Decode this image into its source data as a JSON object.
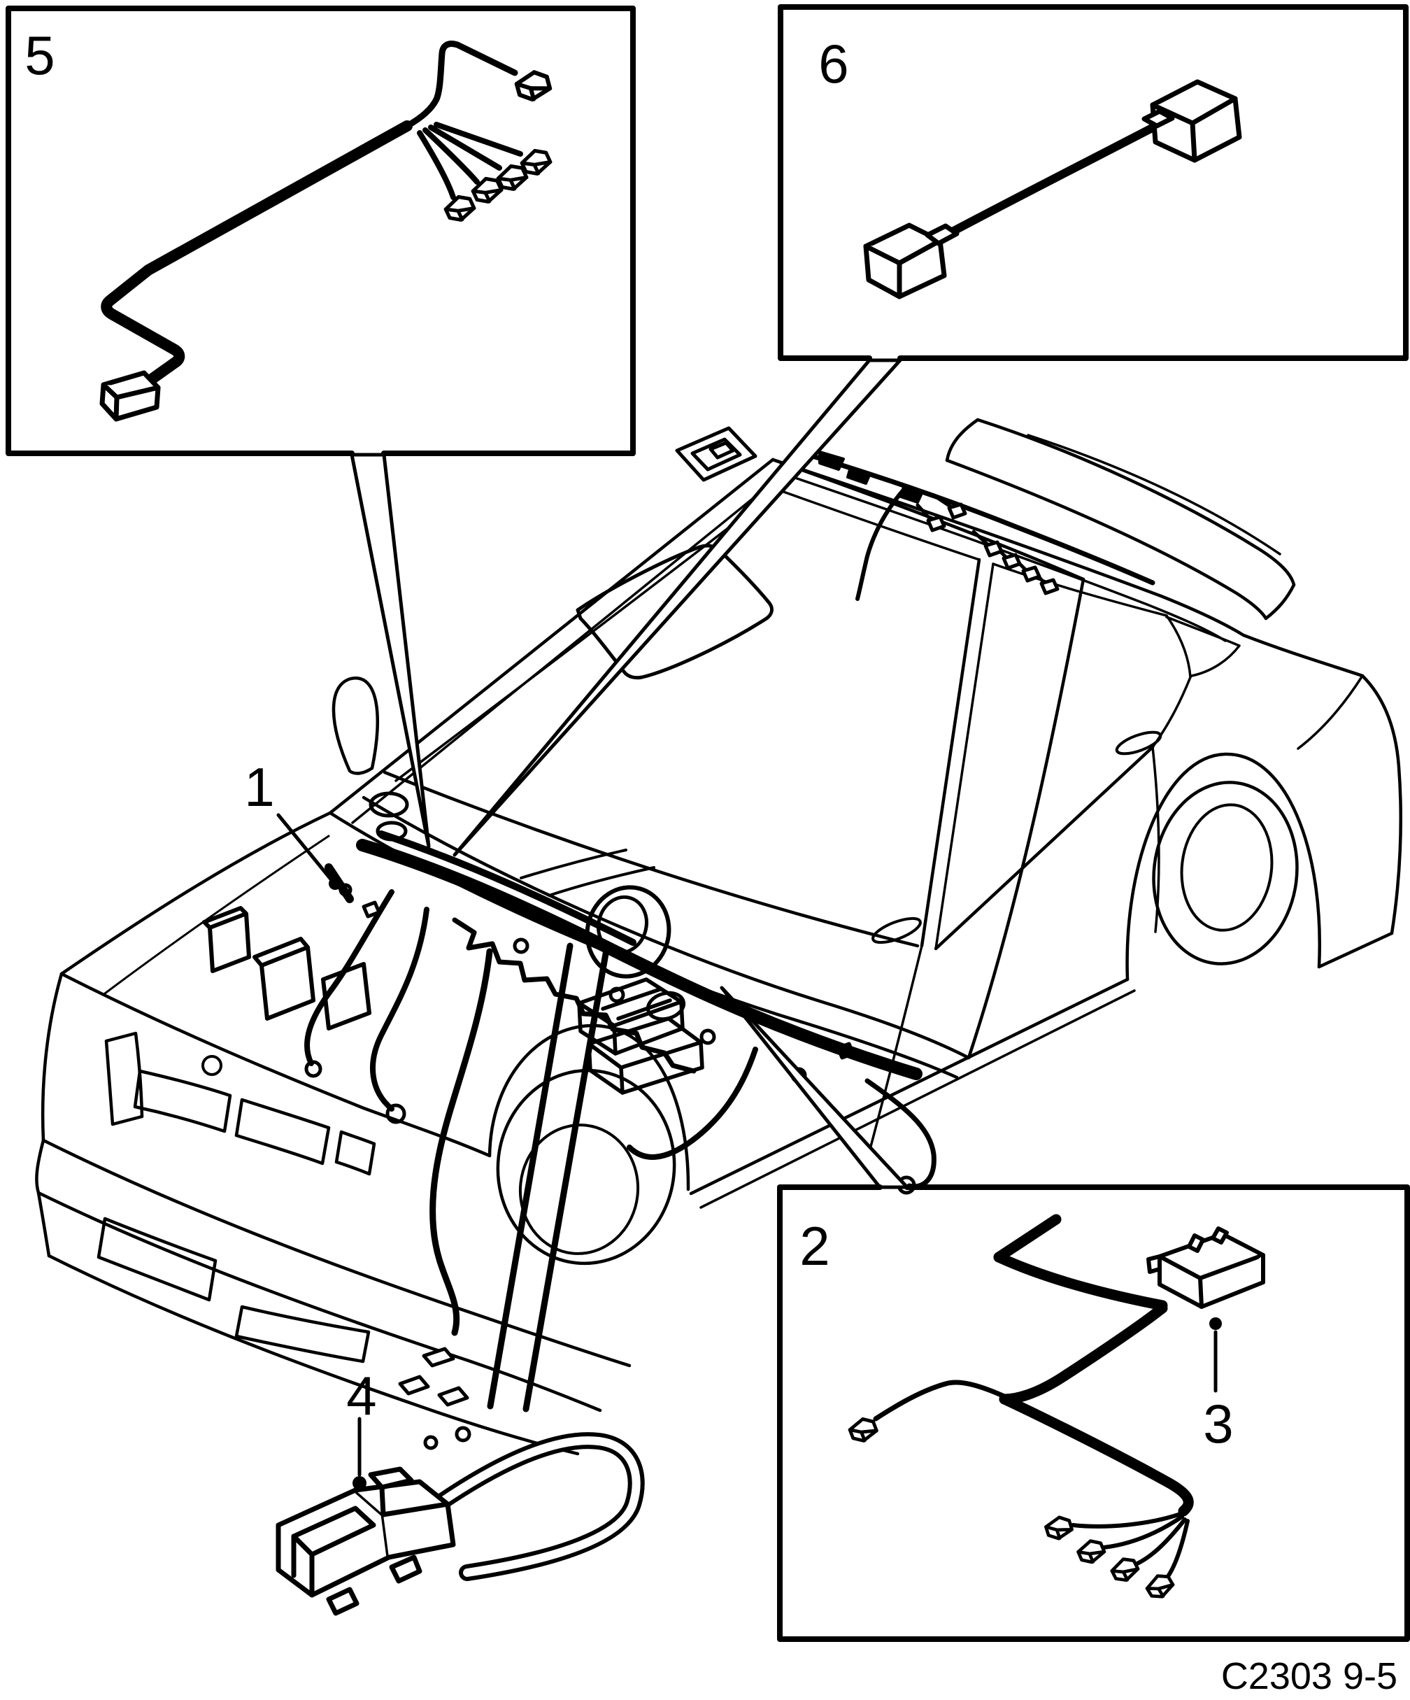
{
  "figure": {
    "kind": "vehicle-wiring-harness-parts-diagram",
    "code": "C2303 9-5",
    "colors": {
      "ink": "#000000",
      "paper": "#ffffff"
    }
  },
  "labels": {
    "box5": "5",
    "box6": "6",
    "box2": "2",
    "callout1": "1",
    "callout3": "3",
    "callout4": "4"
  }
}
